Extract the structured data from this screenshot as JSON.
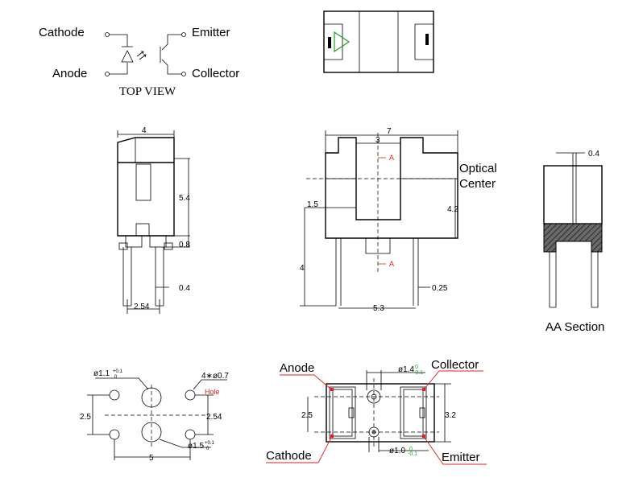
{
  "schematic": {
    "cathode": "Cathode",
    "anode": "Anode",
    "emitter": "Emitter",
    "collector": "Collector",
    "caption": "TOP VIEW"
  },
  "side_view": {
    "dim_width": "4",
    "dim_height": "5.4",
    "dim_lead_step": "0.8",
    "dim_lead_width": "0.4",
    "dim_pitch": "2.54"
  },
  "front_view": {
    "dim_width": "7",
    "dim_slot": "3",
    "section_mark": "A",
    "optical_center": [
      "Optical",
      "Center"
    ],
    "dim_center_height": "4.2",
    "dim_slot_depth": "1.5",
    "dim_lead_length": "4",
    "dim_lead_width": "0.25",
    "dim_pitch": "5.3"
  },
  "section_view": {
    "dim_gap": "0.4",
    "caption": "AA Section"
  },
  "hole_layout": {
    "small_hole": "ø1.1",
    "small_hole_tol_upper": "+0.1",
    "small_hole_tol_lower": "0",
    "pin_holes": "4∗ø0.7",
    "hole_note": "Hole",
    "dim_vertical": "2.5",
    "dim_pitch_y": "2.54",
    "large_hole": "ø1.5",
    "large_hole_tol_upper": "+0.1",
    "large_hole_tol_lower": "0",
    "dim_pitch_x": "5"
  },
  "bottom_view": {
    "anode": "Anode",
    "collector": "Collector",
    "cathode": "Cathode",
    "emitter": "Emitter",
    "pin_upper": "ø1.4",
    "pin_upper_tol_upper": "0",
    "pin_upper_tol_lower": "-0.1",
    "pin_lower": "ø1.0",
    "pin_lower_tol_upper": "0",
    "pin_lower_tol_lower": "-0.1",
    "dim_height": "2.5",
    "dim_width": "3.2"
  },
  "colors": {
    "line": "#000000",
    "callout": "#e0201c",
    "tolerance": "#1fa31f",
    "arrow_glyph": "#1fa31f",
    "mold": "#5a5a5a"
  }
}
